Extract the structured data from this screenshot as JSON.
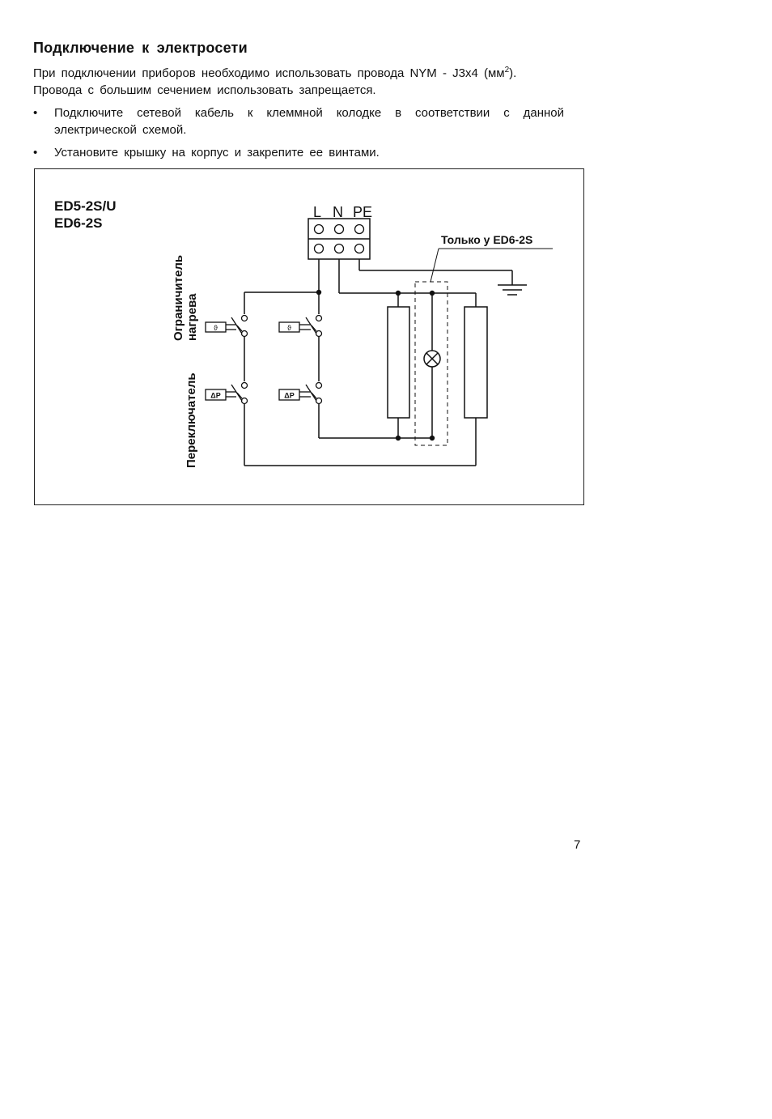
{
  "section": {
    "title": "Подключение к электросети",
    "intro_main": "При подключении приборов необходимо использовать провода NYM - J3x4 (мм",
    "intro_sup": "2",
    "intro_after": ").",
    "intro_line2": "Провода с большим сечением использовать запрещается."
  },
  "bullets": [
    {
      "marker": "•",
      "text": "Подключите сетевой кабель к клеммной колодке в соответствии с данной электрической схемой."
    },
    {
      "marker": "•",
      "text": "Установите крышку на корпус и закрепите ее винтами."
    }
  ],
  "diagram": {
    "model_1": "ED5-2S/U",
    "model_2": "ED6-2S",
    "terminal_L": "L",
    "terminal_N": "N",
    "terminal_PE": "PE",
    "only_label": "Только у ED6-2S",
    "limiter_line1": "Ограничитель",
    "limiter_line2": "нагрева",
    "switch_label": "Переключатель",
    "limiter_symbol": "ϑ",
    "switch_symbol": "ΔP"
  },
  "page_number": "7"
}
